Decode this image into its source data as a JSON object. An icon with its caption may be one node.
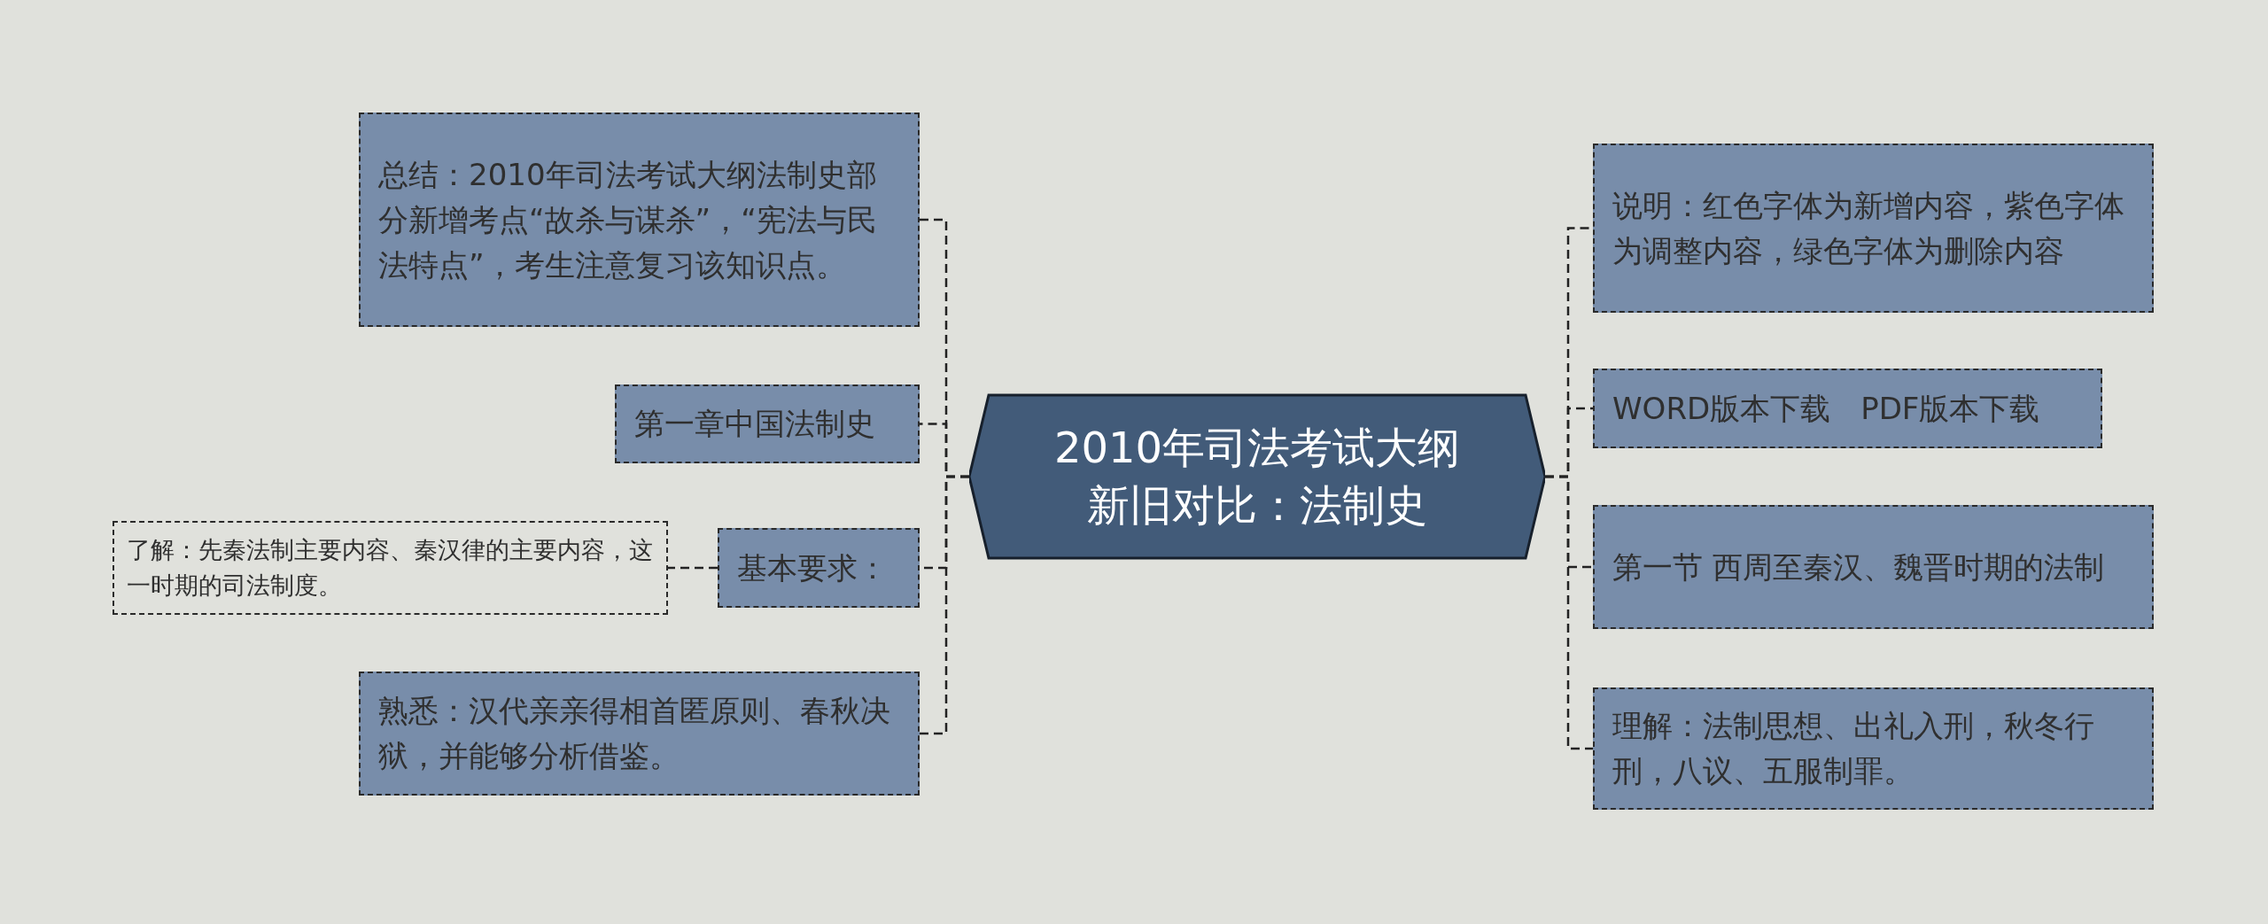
{
  "diagram": {
    "nodes": [
      {
        "text": [
          "2010年司法考试大纲新旧对比：法制史"
        ]
      },
      {
        "text": [
          "总结：2010年司法考试大纲法制史部分新增考点“故杀与谋杀”，“宪法与民法特点”，考生注意复习该知识点。"
        ]
      },
      {
        "text": [
          "第一章中国法制史"
        ]
      },
      {
        "text": [
          "基本要求："
        ]
      },
      {
        "text": [
          "了解：先秦法制主要内容、秦汉律的主要内容，这一时期的司法制度。"
        ]
      },
      {
        "text": [
          "熟悉：汉代亲亲得相首匿原则、春秋决狱，并能够分析借鉴。"
        ]
      },
      {
        "text": [
          "说明：红色字体为新增内容，紫色字体为调整内容，绿色字体为删除内容"
        ]
      },
      {
        "text": [
          "WORD版本下载　PDF版本下载"
        ]
      },
      {
        "text": [
          "第一节 西周至秦汉、魏晋时期的法制"
        ]
      },
      {
        "text": [
          "理解：法制思想、出礼入刑，秋冬行刑，八议、五服制罪。"
        ]
      }
    ],
    "edges": [
      {
        "from": 0,
        "to": 1,
        "arrow": "none"
      },
      {
        "from": 0,
        "to": 2,
        "arrow": "none"
      },
      {
        "from": 0,
        "to": 3,
        "arrow": "none"
      },
      {
        "from": 3,
        "to": 4,
        "arrow": "none"
      },
      {
        "from": 0,
        "to": 5,
        "arrow": "none"
      },
      {
        "from": 0,
        "to": 6,
        "arrow": "none"
      },
      {
        "from": 0,
        "to": 7,
        "arrow": "none"
      },
      {
        "from": 0,
        "to": 8,
        "arrow": "none"
      },
      {
        "from": 0,
        "to": 9,
        "arrow": "none"
      }
    ]
  }
}
